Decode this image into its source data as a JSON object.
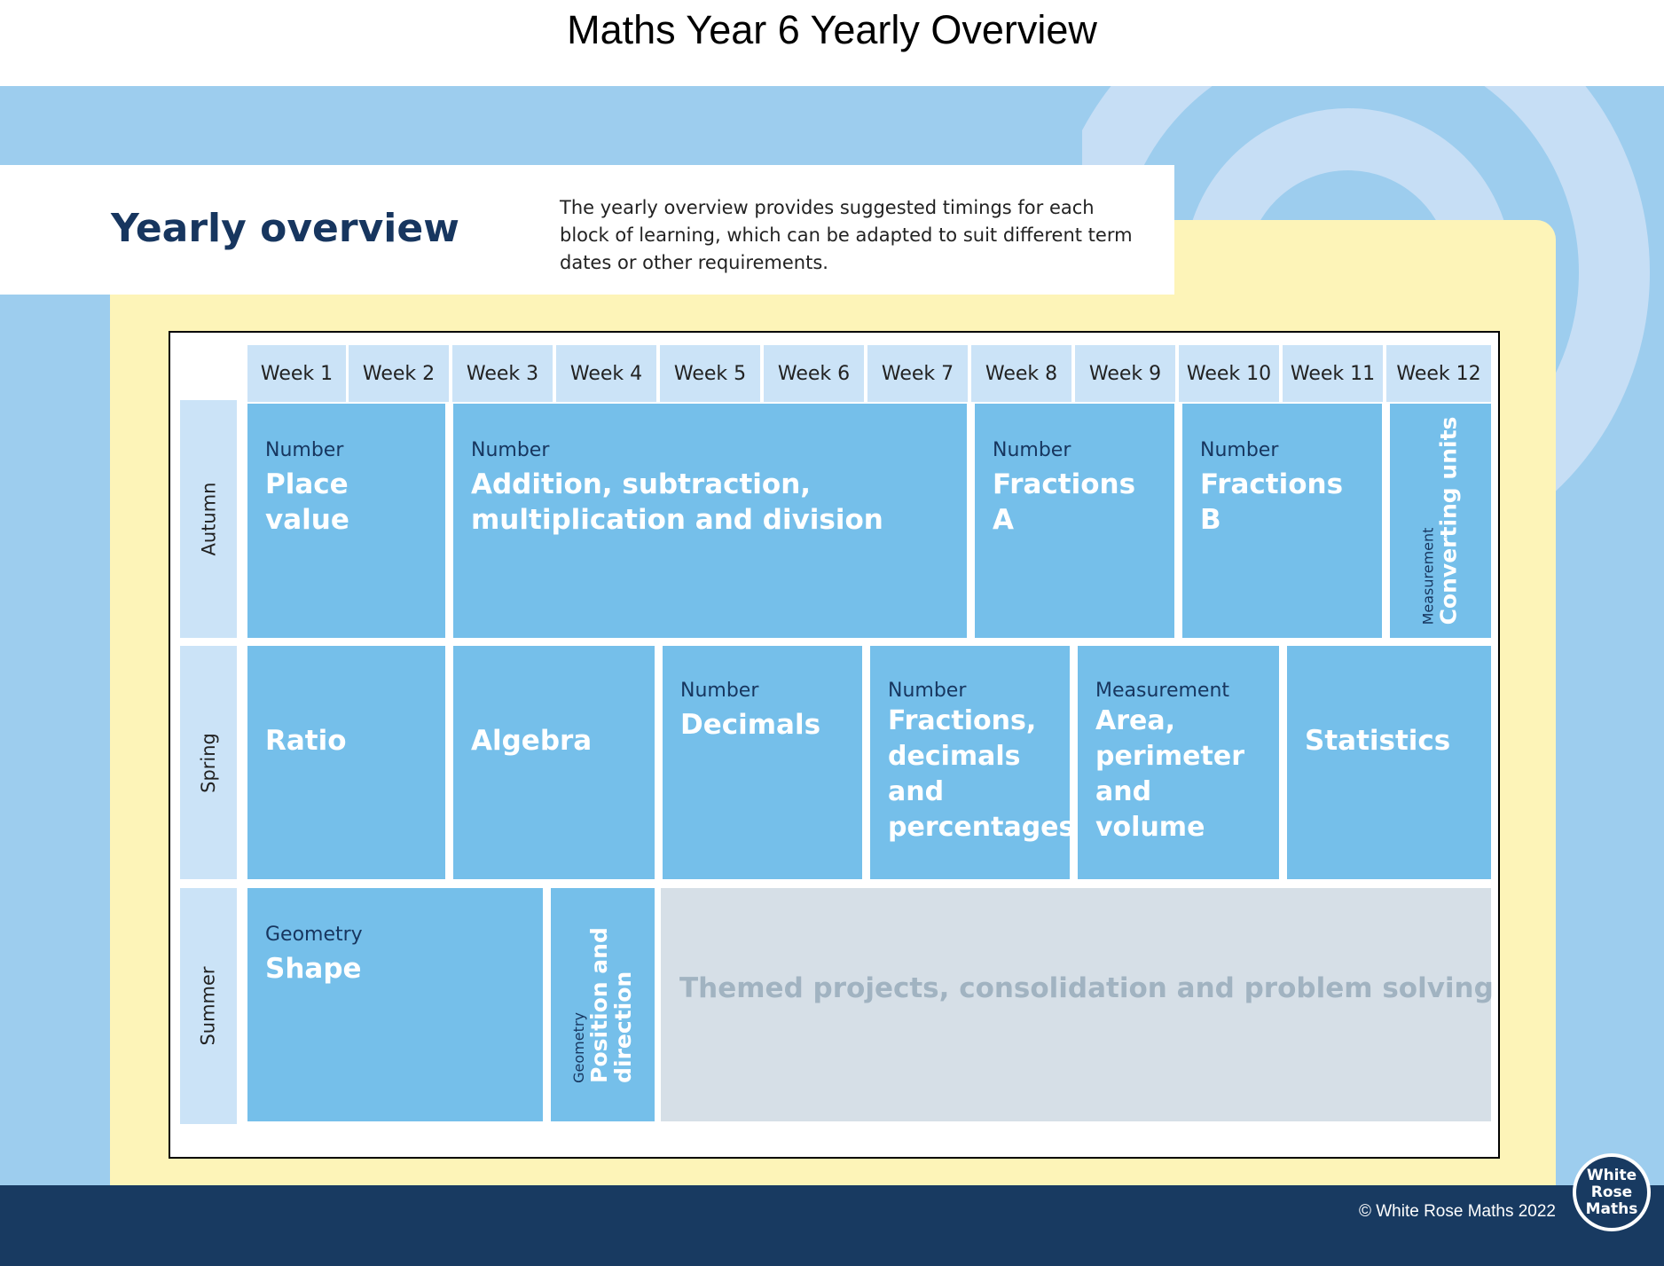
{
  "page_title": "Maths Year 6 Yearly Overview",
  "header": {
    "heading": "Yearly overview",
    "description": "The yearly overview provides suggested timings for each block of learning, which can be adapted to suit different term dates or other requirements."
  },
  "weeks": [
    "Week 1",
    "Week 2",
    "Week 3",
    "Week 4",
    "Week 5",
    "Week 6",
    "Week 7",
    "Week 8",
    "Week 9",
    "Week 10",
    "Week 11",
    "Week 12"
  ],
  "terms": {
    "autumn": "Autumn",
    "spring": "Spring",
    "summer": "Summer"
  },
  "autumn": {
    "place_value": {
      "category": "Number",
      "title": "Place value"
    },
    "four_ops": {
      "category": "Number",
      "title": "Addition, subtraction, multiplication and division"
    },
    "fractions_a": {
      "category": "Number",
      "title": "Fractions A"
    },
    "fractions_b": {
      "category": "Number",
      "title": "Fractions B"
    },
    "converting_units": {
      "category": "Measurement",
      "title": "Converting units"
    }
  },
  "spring": {
    "ratio": {
      "title": "Ratio"
    },
    "algebra": {
      "title": "Algebra"
    },
    "decimals": {
      "category": "Number",
      "title": "Decimals"
    },
    "fdp": {
      "category": "Number",
      "title": "Fractions, decimals and percentages"
    },
    "area": {
      "category": "Measurement",
      "title": "Area, perimeter and volume"
    },
    "statistics": {
      "title": "Statistics"
    }
  },
  "summer": {
    "shape": {
      "category": "Geometry",
      "title": "Shape"
    },
    "position": {
      "category": "Geometry",
      "title_line1": "Position and",
      "title_line2": "direction"
    },
    "themed": {
      "title": "Themed projects, consolidation and problem solving"
    }
  },
  "footer": {
    "copyright": "© White Rose Maths 2022"
  },
  "logo": {
    "line1": "White",
    "line2": "Rose",
    "line3": "Maths"
  },
  "colors": {
    "block": "#75bfea",
    "header_cell": "#cbe3f7",
    "navy": "#17365f",
    "cream": "#fdf4b8",
    "background": "#9dcdee",
    "grey_block": "#d6dfe7"
  }
}
